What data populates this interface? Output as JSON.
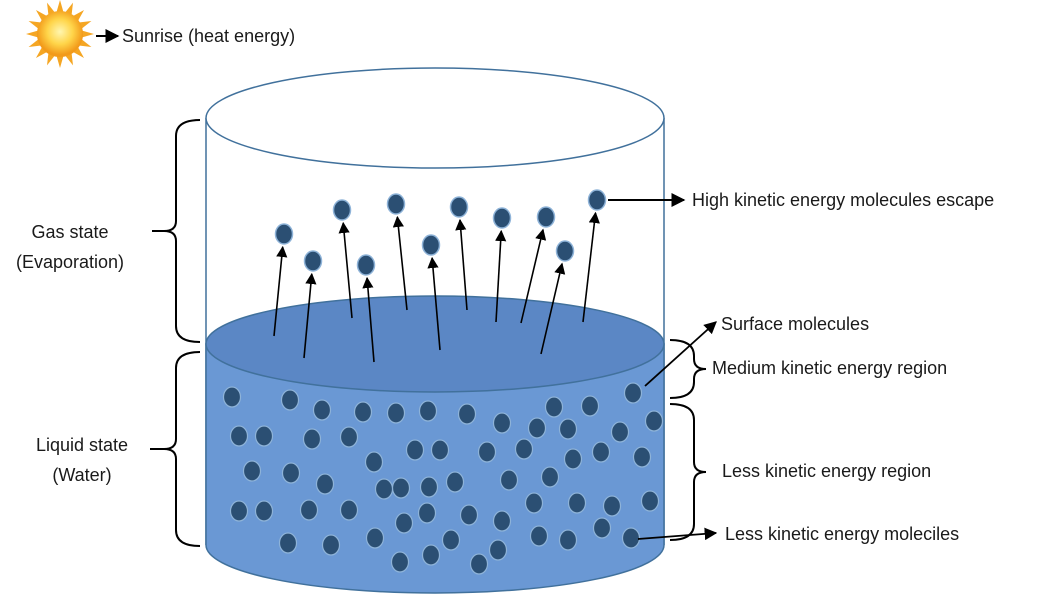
{
  "labels": {
    "sunrise": "Sunrise (heat energy)",
    "high_kinetic": "High kinetic energy molecules escape",
    "surface_molecules": "Surface molecules",
    "medium_region": "Medium kinetic energy region",
    "less_region": "Less kinetic energy region",
    "less_molecules": "Less kinetic energy  moleciles",
    "gas_state_line1": "Gas state",
    "gas_state_line2": "(Evaporation)",
    "liquid_state_line1": "Liquid state",
    "liquid_state_line2": "(Water)"
  },
  "icons": {
    "sun": "sun-icon"
  },
  "colors": {
    "water_side": "#6a98d4",
    "water_surface": "#5b87c5",
    "cylinder_outline": "#41719c",
    "molecule_fill": "#2b4f73",
    "molecule_stroke": "#8eb3d8",
    "sun_outer": "#f5a623",
    "sun_inner": "#ffd54a"
  }
}
